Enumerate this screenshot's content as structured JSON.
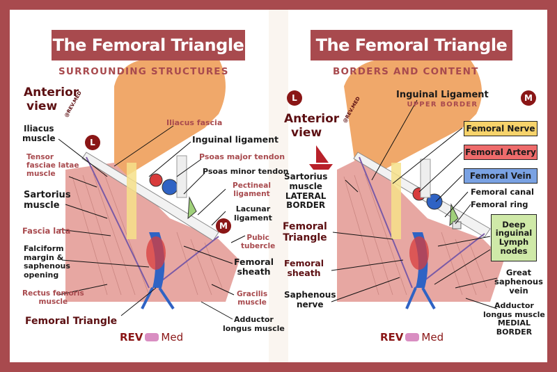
{
  "left": {
    "title": "The Femoral Triangle",
    "subtitle": "SURROUNDING STRUCTURES",
    "view": [
      "Anterior",
      "view"
    ],
    "markers": {
      "lateral": "L",
      "medial": "M"
    },
    "labels": {
      "iliacus": [
        "Iliacus",
        "muscle"
      ],
      "tensor": [
        "Tensor",
        "fasciae latae",
        "muscle"
      ],
      "sartorius": [
        "Sartorius",
        "muscle"
      ],
      "fascia_lata": "Fascia lata",
      "falciform": [
        "Falciform",
        "margin &",
        "saphenous",
        "opening"
      ],
      "rectus": [
        "Rectus femoris",
        "muscle"
      ],
      "femoral_triangle": "Femoral Triangle",
      "iliacus_fascia": "Iliacus fascia",
      "inguinal": "Inguinal ligament",
      "psoas_major": "Psoas major tendon",
      "psoas_minor": "Psoas minor tendon",
      "pectineal": [
        "Pectineal",
        "ligament"
      ],
      "lacunar": [
        "Lacunar",
        "ligament"
      ],
      "pubic": [
        "Pubic",
        "tubercle"
      ],
      "femoral_sheath": [
        "Femoral",
        "sheath"
      ],
      "gracilis": [
        "Gracilis",
        "muscle"
      ],
      "adductor": [
        "Adductor",
        "longus muscle"
      ]
    },
    "logo": {
      "rev": "REV",
      "med": "Med"
    },
    "watermark": "@REV.MED"
  },
  "right": {
    "title": "The Femoral Triangle",
    "subtitle": "BORDERS AND CONTENT",
    "view": [
      "Anterior",
      "view"
    ],
    "markers": {
      "lateral": "L",
      "medial": "M"
    },
    "labels": {
      "inguinal": "Inguinal Ligament",
      "upper_border": "UPPER BORDER",
      "sartorius": [
        "Sartorius",
        "muscle"
      ],
      "lateral_border": [
        "LATERAL",
        "BORDER"
      ],
      "femoral_triangle": [
        "Femoral",
        "Triangle"
      ],
      "femoral_sheath": [
        "Femoral",
        "sheath"
      ],
      "saphenous_nerve": [
        "Saphenous",
        "nerve"
      ],
      "femoral_canal": "Femoral canal",
      "femoral_ring": "Femoral ring",
      "great_saphenous": [
        "Great",
        "saphenous",
        "vein"
      ],
      "adductor": [
        "Adductor",
        "longus muscle"
      ],
      "medial_border": [
        "MEDIAL",
        "BORDER"
      ]
    },
    "boxes": {
      "nerve": {
        "text": "Femoral Nerve",
        "color": "#f7d36b"
      },
      "artery": {
        "text": "Femoral Artery",
        "color": "#ee6b6b"
      },
      "vein": {
        "text": "Femoral Vein",
        "color": "#7aa2e3"
      },
      "lymph": {
        "text": [
          "Deep",
          "inguinal",
          "Lymph",
          "nodes"
        ],
        "color": "#cfe9a8"
      }
    },
    "logo": {
      "rev": "REV",
      "med": "Med"
    },
    "watermark": "@REV.MED"
  },
  "colors": {
    "brand": "#a84a4e",
    "muscle": "#e7a7a2",
    "skin": "#f0a86a",
    "artery": "#d83c3c",
    "vein": "#2f63c4",
    "nerve": "#f6e08a",
    "lymph": "#9fd07a"
  }
}
